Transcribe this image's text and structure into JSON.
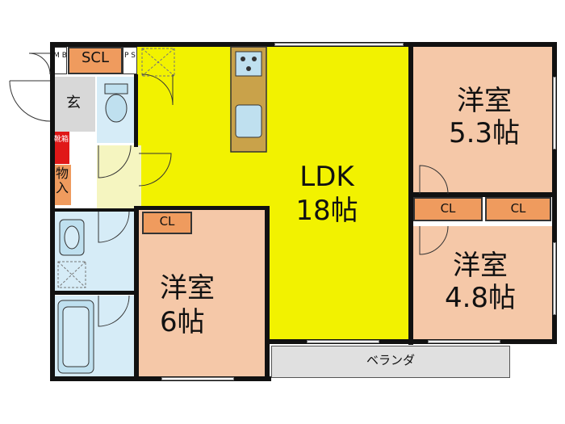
{
  "rooms": {
    "ldk": {
      "name": "LDK",
      "size": "18帖"
    },
    "bed_top_right": {
      "name": "洋室",
      "size": "5.3帖"
    },
    "bed_right": {
      "name": "洋室",
      "size": "4.8帖"
    },
    "bed_left": {
      "name": "洋室",
      "size": "6帖"
    }
  },
  "labels": {
    "scl": "SCL",
    "mb": "M B",
    "ps": "P S",
    "entrance": "玄",
    "shoe_box": "靴箱",
    "storage": "物入",
    "cl_left": "CL",
    "cl_right_a": "CL",
    "cl_right_b": "CL",
    "balcony": "ベランダ"
  },
  "colors": {
    "ldk": "#f2f200",
    "bedroom": "#f5c8a8",
    "closet": "#ef9b5e",
    "wet_area": "#d6ecf7",
    "hall": "#f5f5c0",
    "entrance": "#d8d8d8",
    "shoe_box": "#e01818",
    "balcony": "#e0e0e0",
    "wall": "#111111"
  }
}
